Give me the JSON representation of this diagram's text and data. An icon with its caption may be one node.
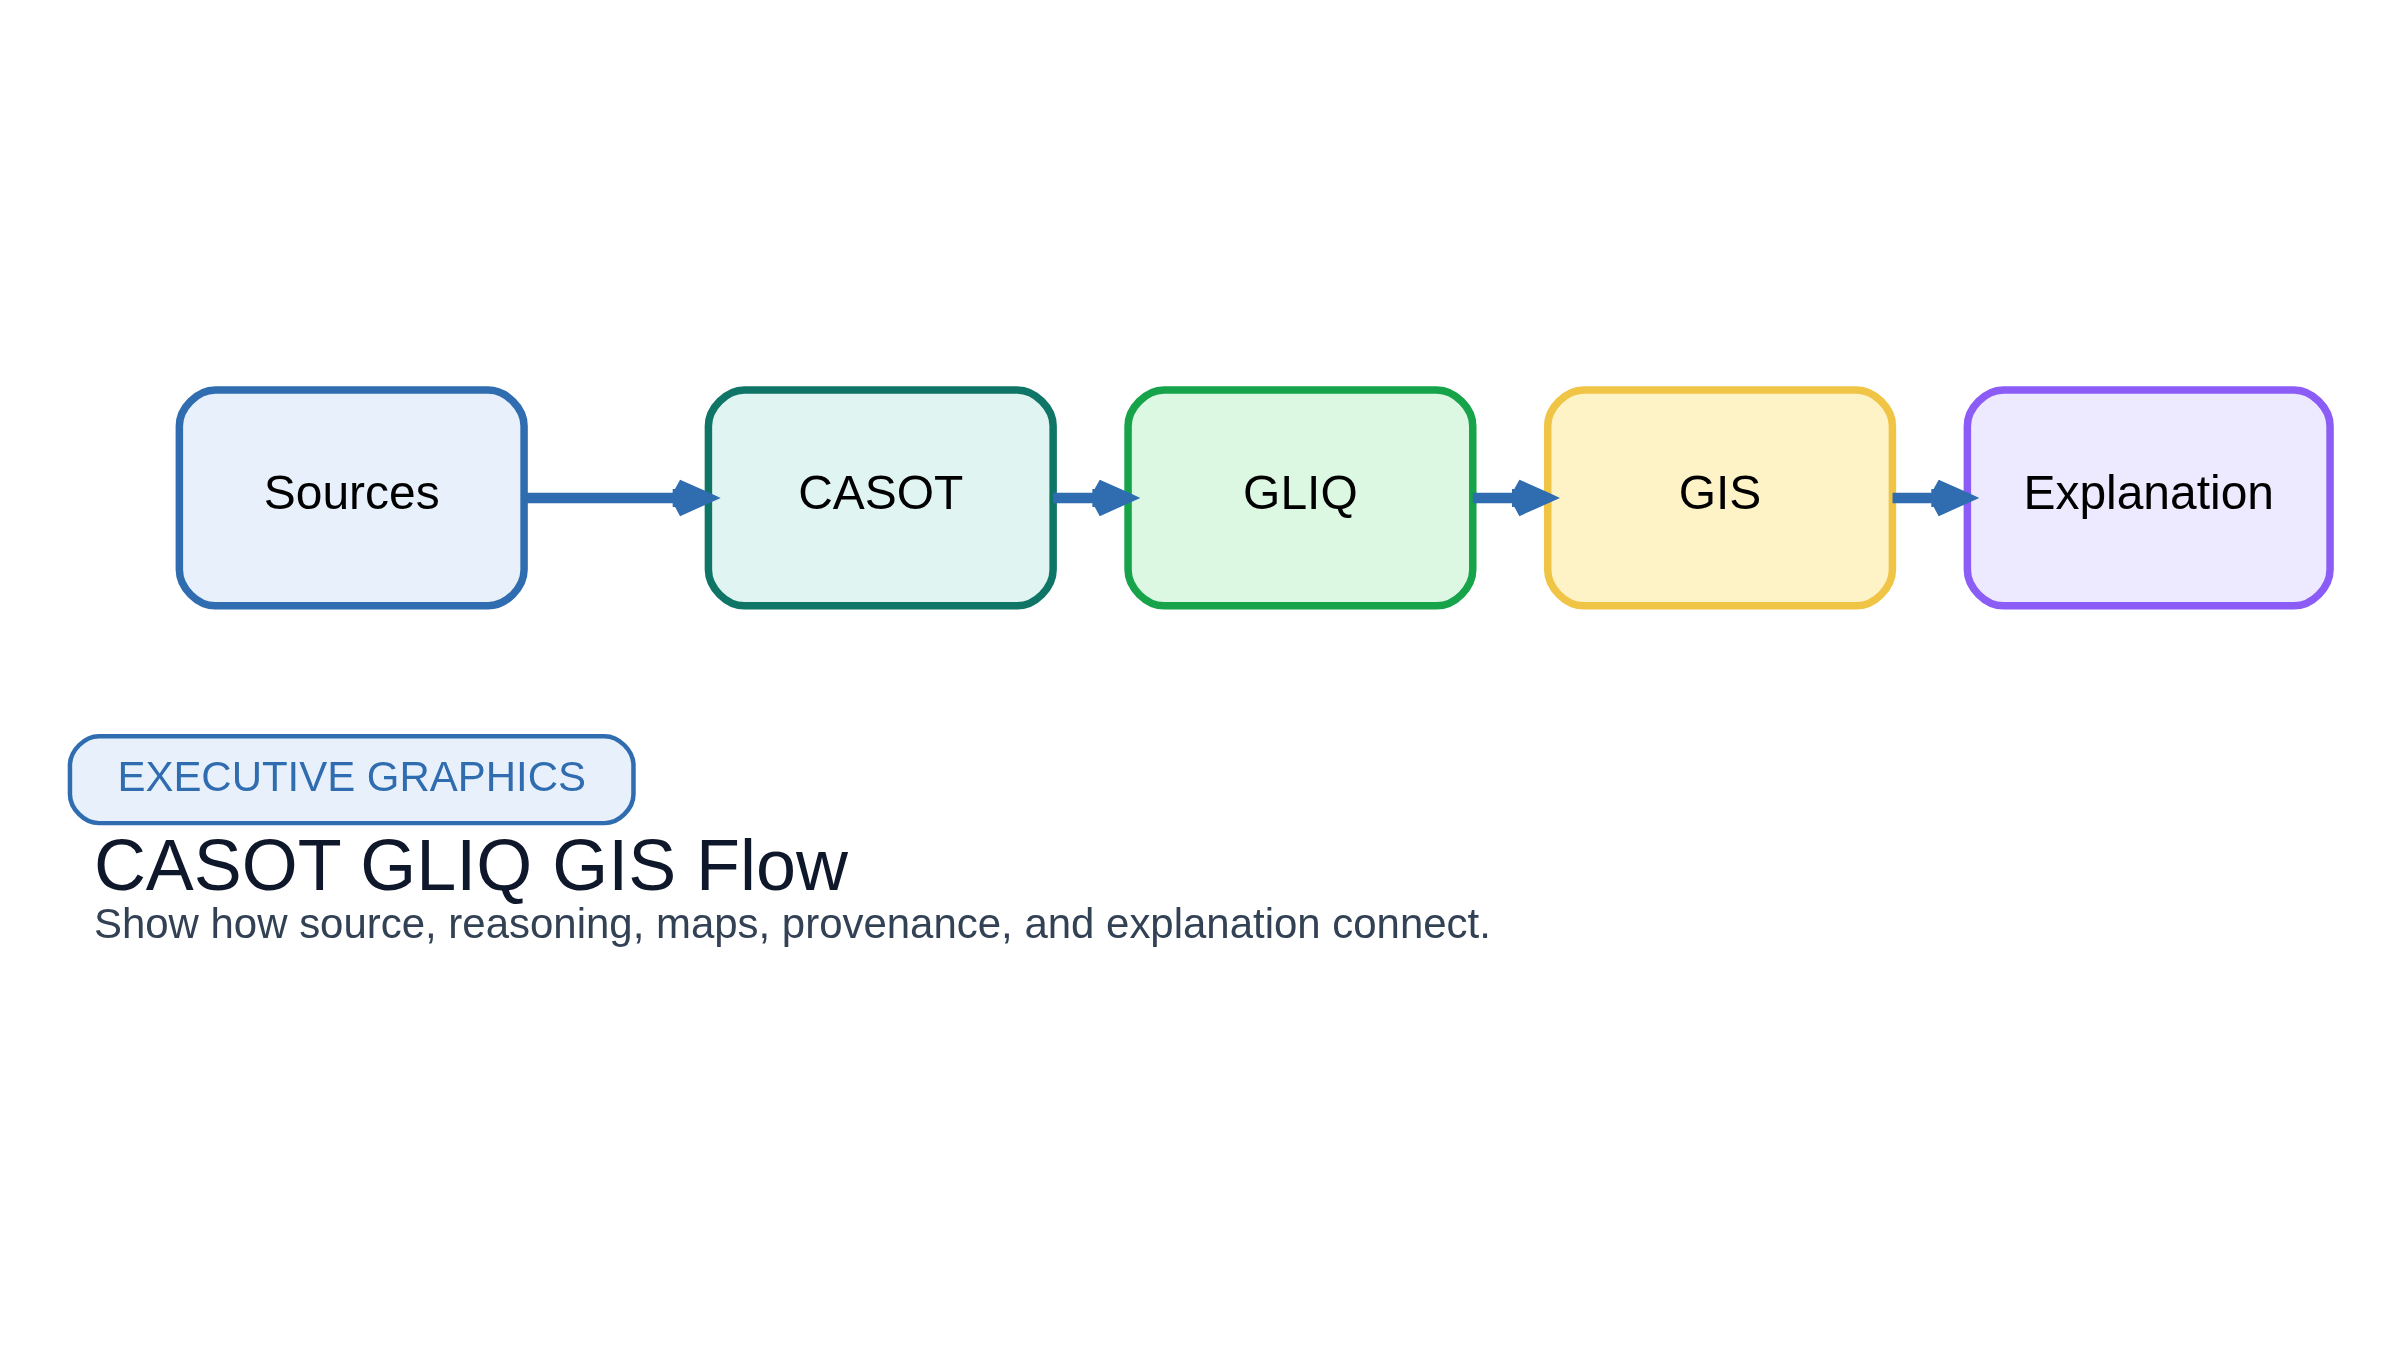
{
  "diagram": {
    "title": "CASOT GLIQ GIS Flow",
    "caption": "Show how source, reasoning, maps, provenance, and explanation connect.",
    "nodes": [
      {
        "text": [
          "Sources"
        ]
      },
      {
        "text": [
          "CASOT"
        ]
      },
      {
        "text": [
          "GLIQ"
        ]
      },
      {
        "text": [
          "GIS"
        ]
      },
      {
        "text": [
          "Explanation"
        ]
      }
    ],
    "edges": [
      {
        "from": 0,
        "to": 1,
        "arrow": "to"
      },
      {
        "from": 1,
        "to": 2,
        "arrow": "to"
      },
      {
        "from": 2,
        "to": 3,
        "arrow": "to"
      },
      {
        "from": 3,
        "to": 4,
        "arrow": "to"
      }
    ],
    "labels": [
      "EXECUTIVE GRAPHICS"
    ]
  }
}
